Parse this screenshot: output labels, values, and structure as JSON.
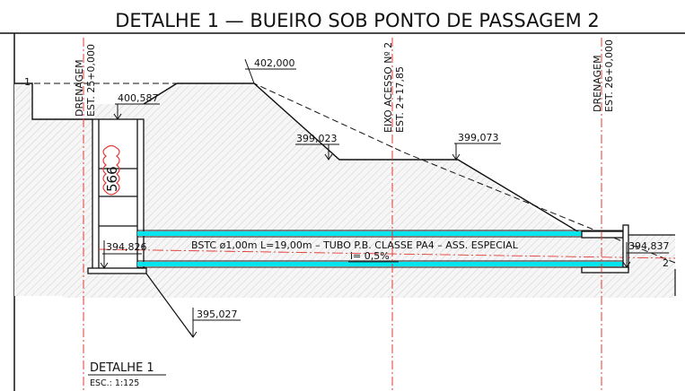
{
  "title": "DETALHE 1 — BUEIRO SOB PONTO DE PASSAGEM 2",
  "axes": {
    "left": [
      "DRENAGEM",
      "EST. 25+0,000"
    ],
    "center": [
      "EIXO ACESSO Nº 2",
      "EST. 2+17,85"
    ],
    "right": [
      "DRENAGEM",
      "EST. 26+0,000"
    ]
  },
  "elevations": {
    "top": "402,000",
    "left_top": "400,587",
    "low_left": "399,023",
    "low_right": "399,073",
    "inlet": "394,826",
    "outlet": "394,837",
    "bottom": "395,027"
  },
  "culvert_note": "BSTC ø1,00m L=19,00m – TUBO P.B. CLASSE PA4 – ASS. ESPECIAL",
  "slope": "i= 0,5%",
  "section_marks": {
    "left": "1",
    "right": "2"
  },
  "red_tag": "566",
  "footer": {
    "title": "DETALHE 1",
    "scale": "ESC.: 1:125"
  },
  "colors": {
    "pipe": "#00e5ee",
    "axis": "#e53935",
    "line": "#111111",
    "hatch": "#c8c8c8"
  }
}
